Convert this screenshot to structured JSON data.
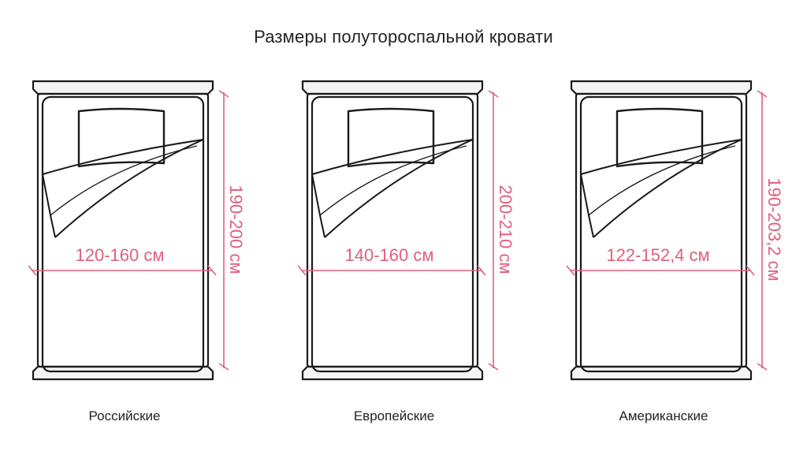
{
  "title": "Размеры полутороспальной кровати",
  "colors": {
    "dimension": "#e0607e",
    "outline": "#1a1a1a",
    "frame_fill": "#f4f4f4"
  },
  "beds": [
    {
      "caption": "Российские",
      "width_label": "120-160 см",
      "length_label": "190-200 см"
    },
    {
      "caption": "Европейские",
      "width_label": "140-160 см",
      "length_label": "200-210 см"
    },
    {
      "caption": "Американские",
      "width_label": "122-152,4 см",
      "length_label": "190-203,2 см"
    }
  ]
}
